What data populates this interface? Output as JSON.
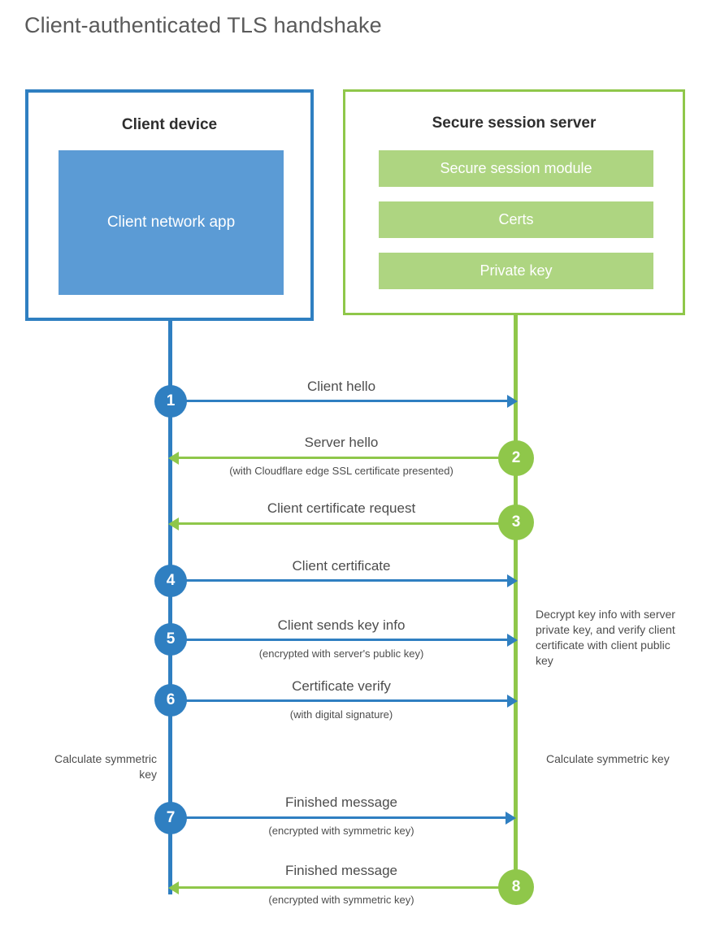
{
  "title": "Client-authenticated TLS handshake",
  "colors": {
    "client_blue": "#2f7fc1",
    "client_app_blue": "#5b9bd5",
    "server_green": "#8fc74a",
    "server_module_green": "#aed581",
    "text_gray": "#4d4d4d",
    "title_gray": "#5a5a5a",
    "heading_dark": "#2e2e2e",
    "background": "#ffffff"
  },
  "client": {
    "title": "Client device",
    "app_label": "Client network app"
  },
  "server": {
    "title": "Secure session server",
    "modules": [
      {
        "label": "Secure session module"
      },
      {
        "label": "Certs"
      },
      {
        "label": "Private key"
      }
    ]
  },
  "messages": [
    {
      "step": "1",
      "label": "Client hello",
      "sublabel": "",
      "direction": "client-to-server",
      "color": "blue"
    },
    {
      "step": "2",
      "label": "Server hello",
      "sublabel": "(with Cloudflare edge SSL certificate presented)",
      "direction": "server-to-client",
      "color": "green"
    },
    {
      "step": "3",
      "label": "Client certificate request",
      "sublabel": "",
      "direction": "server-to-client",
      "color": "green"
    },
    {
      "step": "4",
      "label": "Client certificate",
      "sublabel": "",
      "direction": "client-to-server",
      "color": "blue"
    },
    {
      "step": "5",
      "label": "Client sends key info",
      "sublabel": "(encrypted with server's public key)",
      "direction": "client-to-server",
      "color": "blue"
    },
    {
      "step": "6",
      "label": "Certificate verify",
      "sublabel": "(with digital signature)",
      "direction": "client-to-server",
      "color": "blue"
    },
    {
      "step": "7",
      "label": "Finished message",
      "sublabel": "(encrypted with symmetric key)",
      "direction": "client-to-server",
      "color": "blue"
    },
    {
      "step": "8",
      "label": "Finished message",
      "sublabel": "(encrypted with symmetric key)",
      "direction": "server-to-client",
      "color": "green"
    }
  ],
  "notes": {
    "server_decrypt": "Decrypt key info with server private key, and verify client certificate with client public key",
    "client_calculate": "Calculate symmetric key",
    "server_calculate": "Calculate symmetric key"
  }
}
